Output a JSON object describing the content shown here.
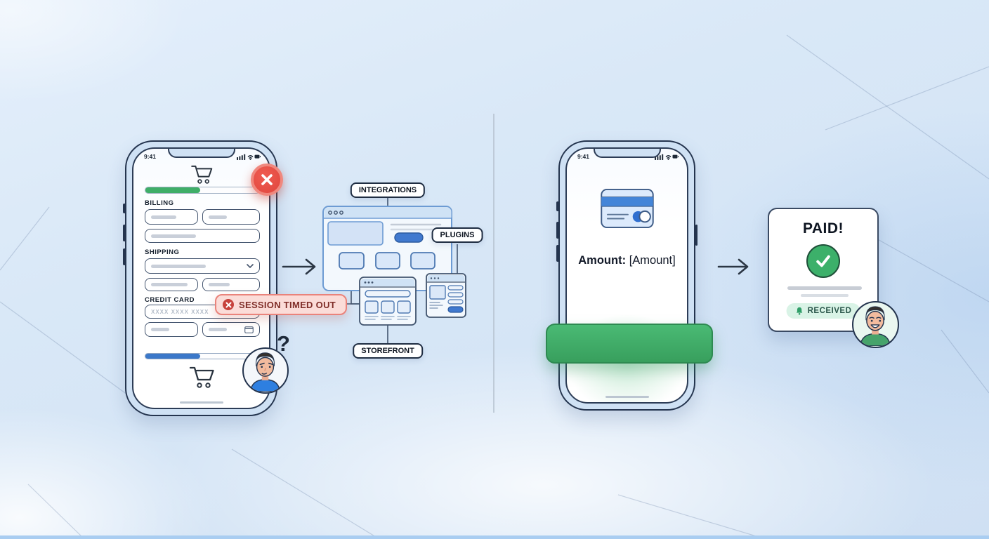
{
  "left_phone": {
    "time": "9:41",
    "sections": {
      "billing": "BILLING",
      "shipping": "SHIPPING",
      "credit_card": "CREDIT CARD"
    },
    "card_number_placeholder": "XXXX XXXX XXXX"
  },
  "toast": {
    "text": "SESSION TIMED OUT"
  },
  "confused_user": {
    "question_mark": "?"
  },
  "diagram": {
    "integrations": "INTEGRATIONS",
    "plugins": "PLUGINS",
    "storefront": "STOREFRONT"
  },
  "right_phone": {
    "time": "9:41",
    "amount_label": "Amount:",
    "amount_value": "[Amount]"
  },
  "paid_card": {
    "title": "PAID!",
    "received": "RECEIVED"
  },
  "icons": {
    "left_phone_header": "shopping-cart-icon",
    "left_phone_footer": "shopping-cart-icon",
    "error_badge": "error-x-icon",
    "toast": "error-x-icon",
    "shipping_select": "chevron-down-icon",
    "card_field": "credit-card-icon",
    "right_phone": "credit-card-illustration",
    "paid": "check-icon",
    "received": "bell-icon",
    "status": "signal-wifi-battery-icons"
  },
  "colors": {
    "success_green": "#3fae63",
    "primary_blue": "#3b78c9",
    "error_red": "#e0453d",
    "phone_body": "#cfe1f4",
    "toast_bg": "#fbdcd8",
    "received_bg": "#d9f3e6"
  }
}
